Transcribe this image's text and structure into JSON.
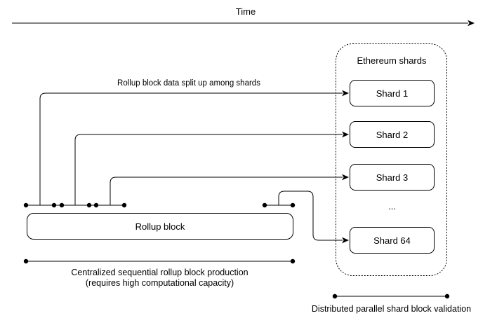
{
  "time_axis": {
    "label": "Time"
  },
  "annotations": {
    "split_label": "Rollup block data split up among shards",
    "ellipsis": "...",
    "centralized_line1": "Centralized sequential rollup block production",
    "centralized_line2": "(requires high computational capacity)",
    "distributed_label": "Distributed parallel shard block validation"
  },
  "shard_container": {
    "title": "Ethereum shards",
    "shards": [
      "Shard 1",
      "Shard 2",
      "Shard 3",
      "Shard 64"
    ]
  },
  "rollup": {
    "label": "Rollup block"
  },
  "colors": {
    "stroke": "#000000",
    "background": "#ffffff",
    "text": "#000000"
  }
}
